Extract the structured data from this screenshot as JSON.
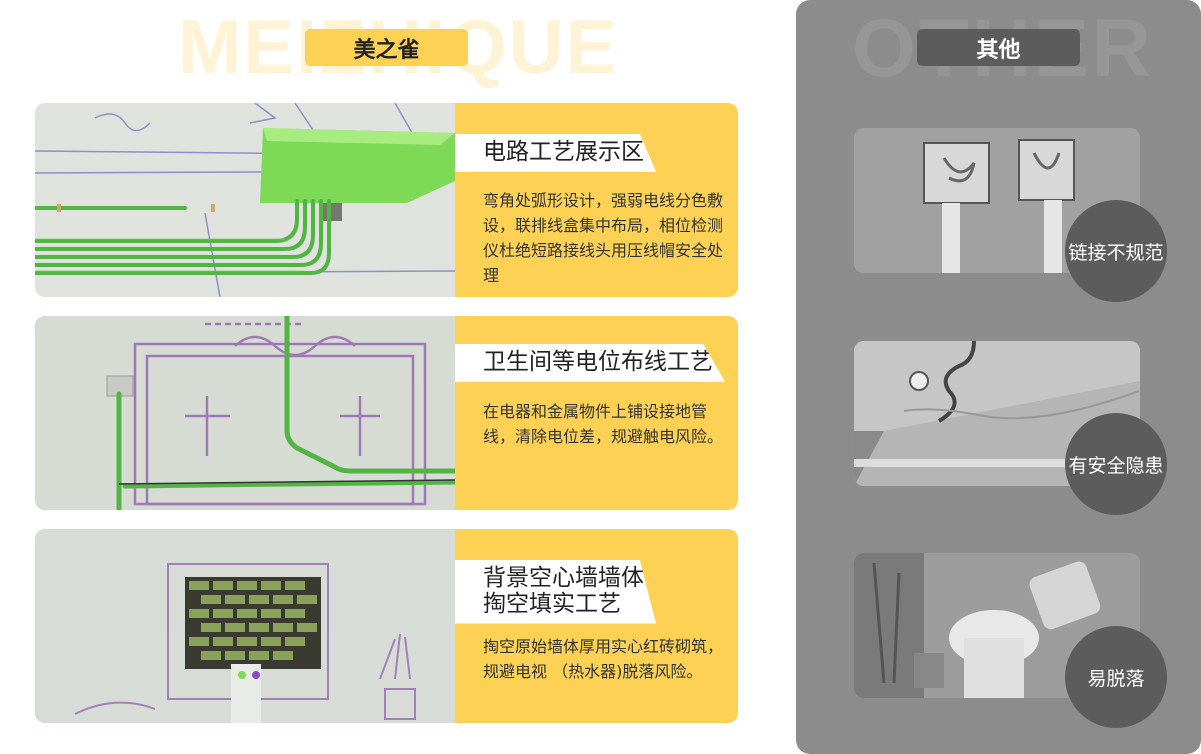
{
  "left": {
    "watermark": "MEIZHIQUE",
    "badge": "美之雀",
    "cards": [
      {
        "title_lines": [
          "电路工艺展示区"
        ],
        "description": "弯角处弧形设计，强弱电线分色敷设，联排线盒集中布局，相位检测仪杜绝短路接线头用压线帽安全处理"
      },
      {
        "title_lines": [
          "卫生间等电位布线工艺"
        ],
        "description": "在电器和金属物件上铺设接地管线，清除电位差，规避触电风险。"
      },
      {
        "title_lines": [
          "背景空心墙墙体",
          "掏空填实工艺"
        ],
        "description": "掏空原始墙体厚用实心红砖砌筑，规避电视 （热水器)脱落风险。"
      }
    ]
  },
  "right": {
    "watermark": "OTHER",
    "badge": "其他",
    "items": [
      {
        "label": "链接不规范"
      },
      {
        "label": "有安全隐患"
      },
      {
        "label": "易脱落"
      }
    ]
  },
  "colors": {
    "accent_yellow": "#fcd154",
    "other_panel": "#8c8c8c",
    "other_badge": "#5c5c5c",
    "conduit_green": "#5bc04a",
    "chalk_purple": "#8a5aa8"
  }
}
